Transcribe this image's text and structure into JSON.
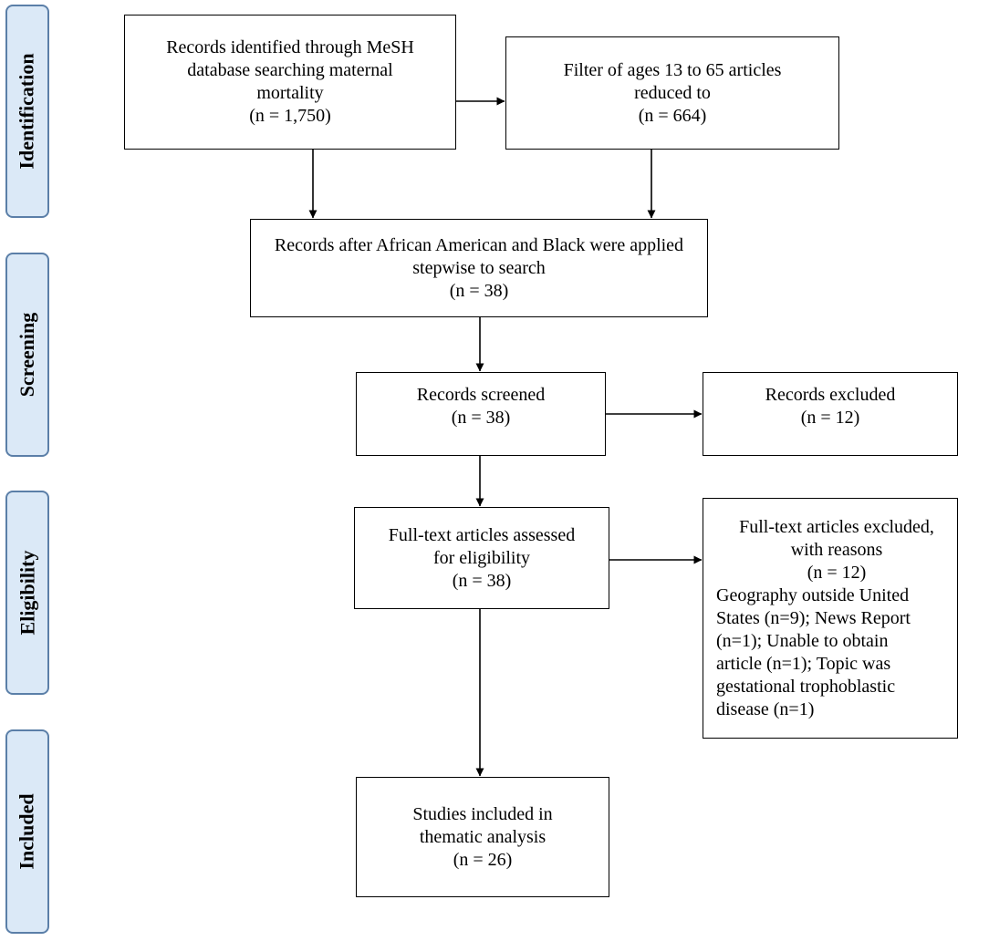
{
  "stages": [
    {
      "id": "identification",
      "label": "Identification"
    },
    {
      "id": "screening",
      "label": "Screening"
    },
    {
      "id": "eligibility",
      "label": "Eligibility"
    },
    {
      "id": "included",
      "label": "Included"
    }
  ],
  "boxes": {
    "records_identified": {
      "lines": [
        "Records identified through MeSH",
        "database searching maternal",
        "mortality",
        "(n = 1,750)"
      ]
    },
    "filter_ages": {
      "lines": [
        "Filter of ages 13 to 65 articles",
        "reduced to",
        "(n = 664)"
      ]
    },
    "records_after": {
      "lines": [
        "Records after African American and Black were applied",
        "stepwise to search",
        "(n = 38)"
      ]
    },
    "records_screened": {
      "lines": [
        "Records screened",
        "(n = 38)"
      ]
    },
    "records_excluded": {
      "lines": [
        "Records excluded",
        "(n = 12)"
      ]
    },
    "fulltext_assessed": {
      "lines": [
        "Full-text articles assessed",
        "for eligibility",
        "(n = 38)"
      ]
    },
    "fulltext_excluded": {
      "header": [
        "Full-text articles excluded,",
        "with reasons",
        "(n = 12)"
      ],
      "reasons": [
        "Geography outside United",
        "States (n=9); News Report",
        "(n=1); Unable to obtain",
        "article (n=1); Topic was",
        "gestational trophoblastic",
        "disease (n=1)"
      ]
    },
    "studies_included": {
      "lines": [
        "Studies included in",
        "thematic analysis",
        "(n = 26)"
      ]
    }
  }
}
